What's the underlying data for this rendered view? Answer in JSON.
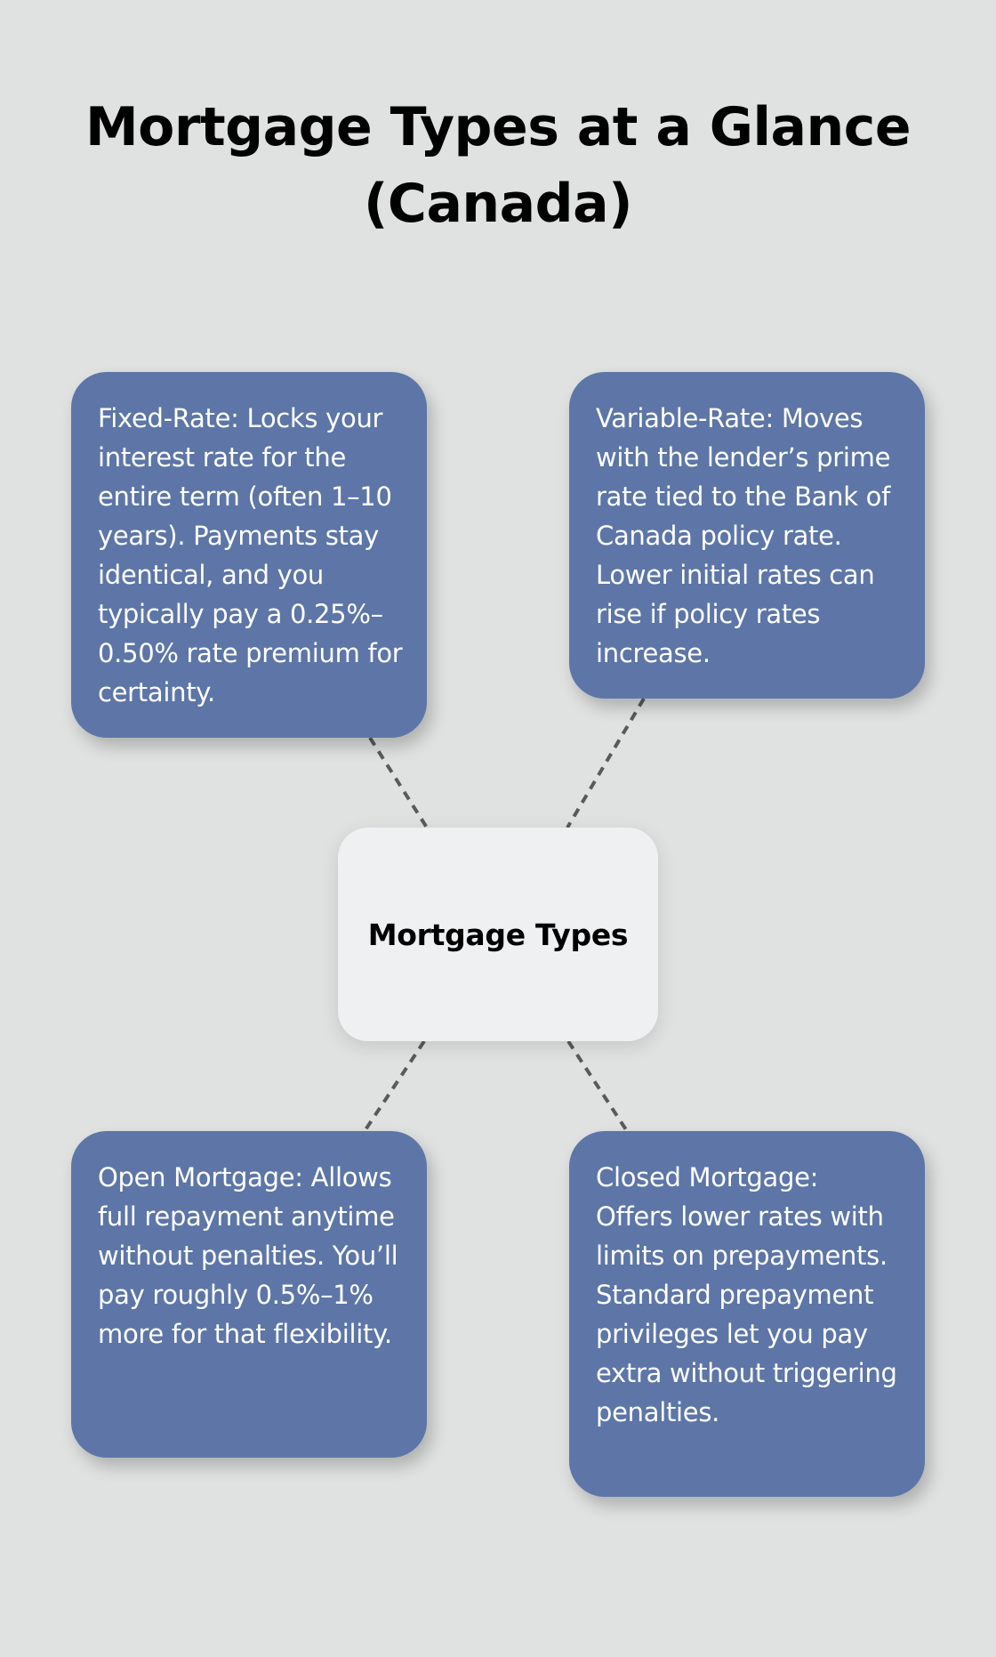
{
  "title": {
    "line1": "Mortgage Types at a Glance",
    "line2": "(Canada)"
  },
  "center": {
    "label": "Mortgage Types"
  },
  "nodes": [
    {
      "id": "fixed-rate",
      "text": "Fixed-Rate: Locks your interest rate for the entire term (often 1–10 years). Payments stay identical, and you typically pay a 0.25%–0.50% rate premium for certainty."
    },
    {
      "id": "variable-rate",
      "text": "Variable-Rate: Moves with the lender’s prime rate tied to the Bank of Canada policy rate. Lower initial rates can rise if policy rates increase."
    },
    {
      "id": "open-mortgage",
      "text": "Open Mortgage: Allows full repayment anytime without penalties. You’ll pay roughly 0.5%–1% more for that flexibility."
    },
    {
      "id": "closed-mortgage",
      "text": "Closed Mortgage: Offers lower rates with limits on prepayments. Standard prepayment privileges let you pay extra without triggering penalties."
    }
  ],
  "colors": {
    "background": "#e0e2e1",
    "node": "#5d76a7",
    "center": "#eff0f2",
    "connector": "#5a5a5a"
  }
}
